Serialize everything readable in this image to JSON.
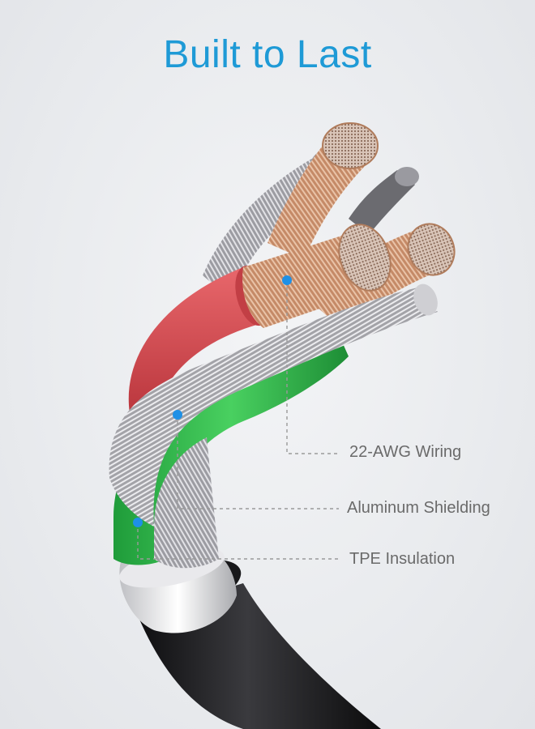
{
  "headline": "Built to Last",
  "callouts": {
    "wiring": "22-AWG Wiring",
    "shielding": "Aluminum Shielding",
    "insulation": "TPE Insulation"
  },
  "colors": {
    "headline": "#1e9ad6",
    "marker": "#1e90e6",
    "label_text": "#6a6a6a",
    "red_core": "#d8484e",
    "green_core": "#2fb64a",
    "copper": "#c98a66",
    "silver": "#b8b8bc",
    "jacket": "#1d1d1f"
  }
}
